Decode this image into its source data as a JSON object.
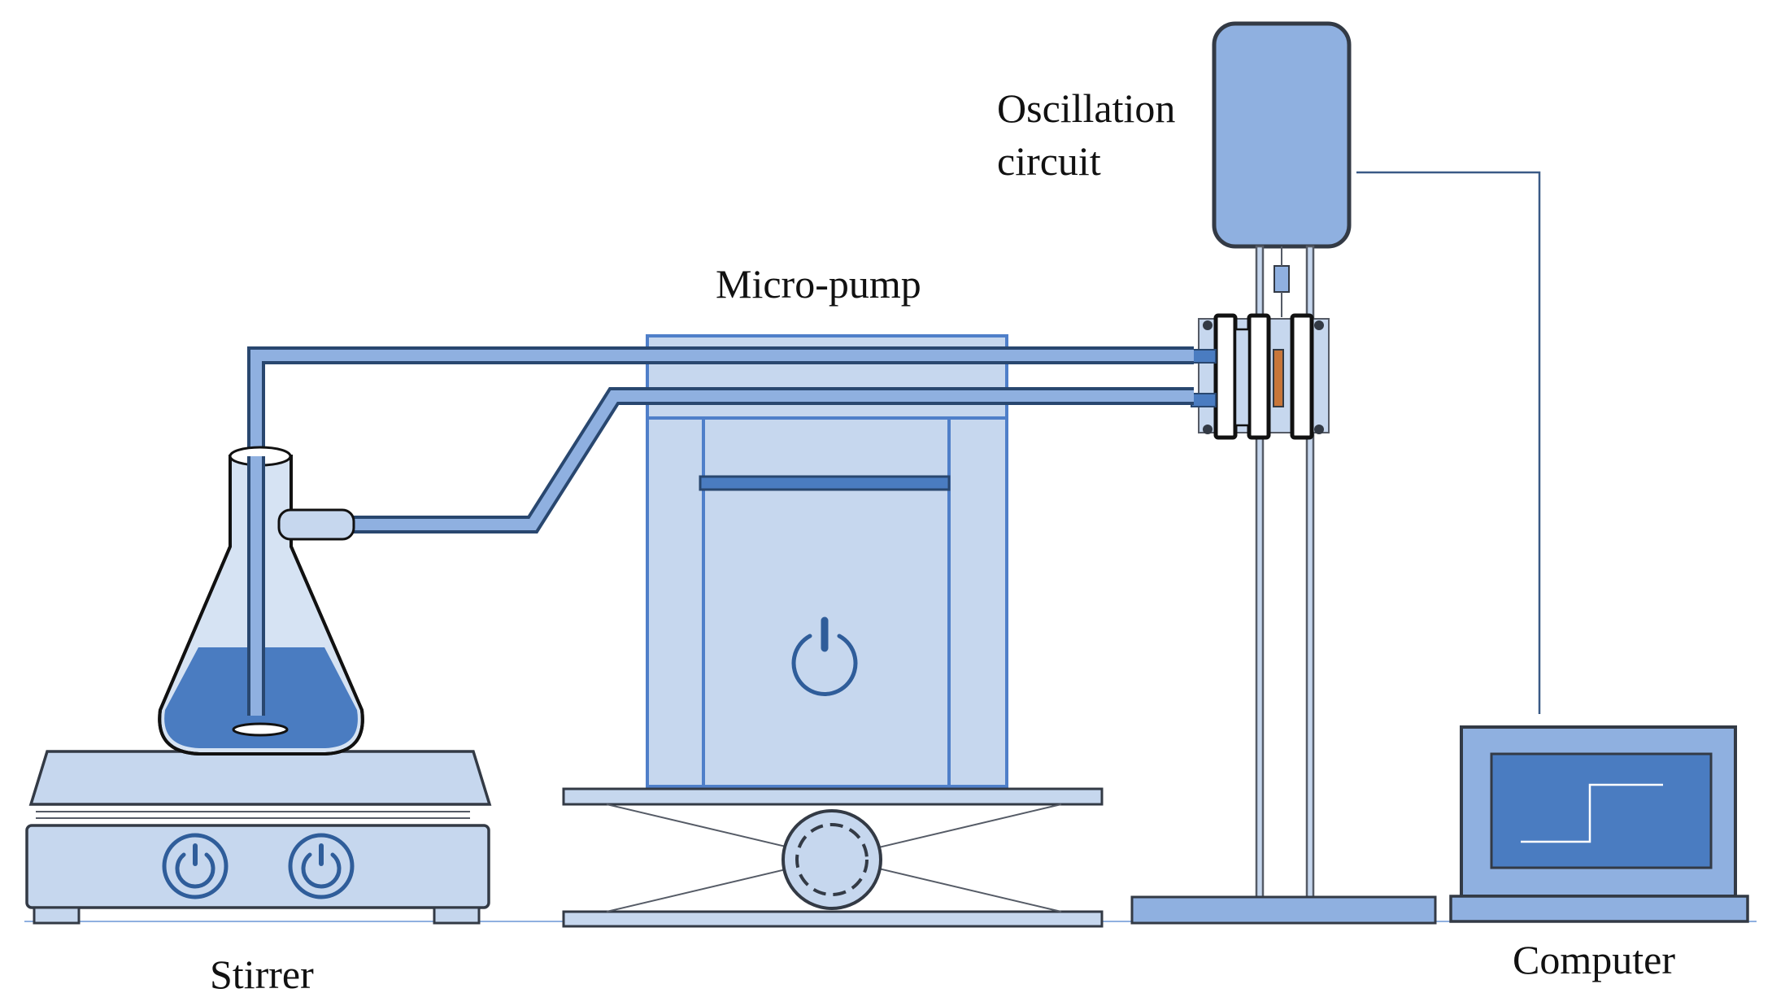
{
  "labels": {
    "oscillation": [
      "Oscillation",
      "circuit"
    ],
    "micro_pump": "Micro-pump",
    "stirrer": "Stirrer",
    "computer": "Computer"
  },
  "colors": {
    "fill_light": "#c6d7ee",
    "fill_mid": "#8fb0e0",
    "fill_dark": "#4a7cc1",
    "stroke_blue": "#4f7fc9",
    "stroke_dark": "#333a45",
    "tube_stroke": "#29476f",
    "wire": "#3a5a86"
  }
}
